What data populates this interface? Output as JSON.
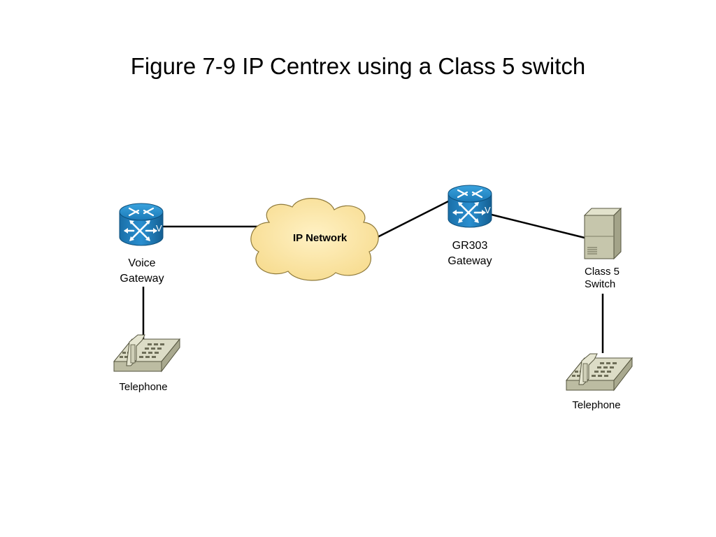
{
  "title": "Figure 7-9 IP Centrex using a Class 5 switch",
  "nodes": {
    "voice_gateway": {
      "line1": "Voice",
      "line2": "Gateway",
      "icon": "router-voice-icon"
    },
    "ip_network": {
      "label": "IP Network",
      "icon": "cloud-icon"
    },
    "gr303_gateway": {
      "line1": "GR303",
      "line2": "Gateway",
      "icon": "router-voice-icon"
    },
    "class5_switch": {
      "line1": "Class 5",
      "line2": "Switch",
      "icon": "server-icon"
    },
    "telephone_left": {
      "label": "Telephone",
      "icon": "telephone-icon"
    },
    "telephone_right": {
      "label": "Telephone",
      "icon": "telephone-icon"
    }
  },
  "colors": {
    "router_blue": "#1f86c6",
    "router_dark": "#0f5f94",
    "cloud_fill": "#fbe6a6",
    "server_fill": "#c9c9b0",
    "phone_fill": "#d4d4bc"
  }
}
